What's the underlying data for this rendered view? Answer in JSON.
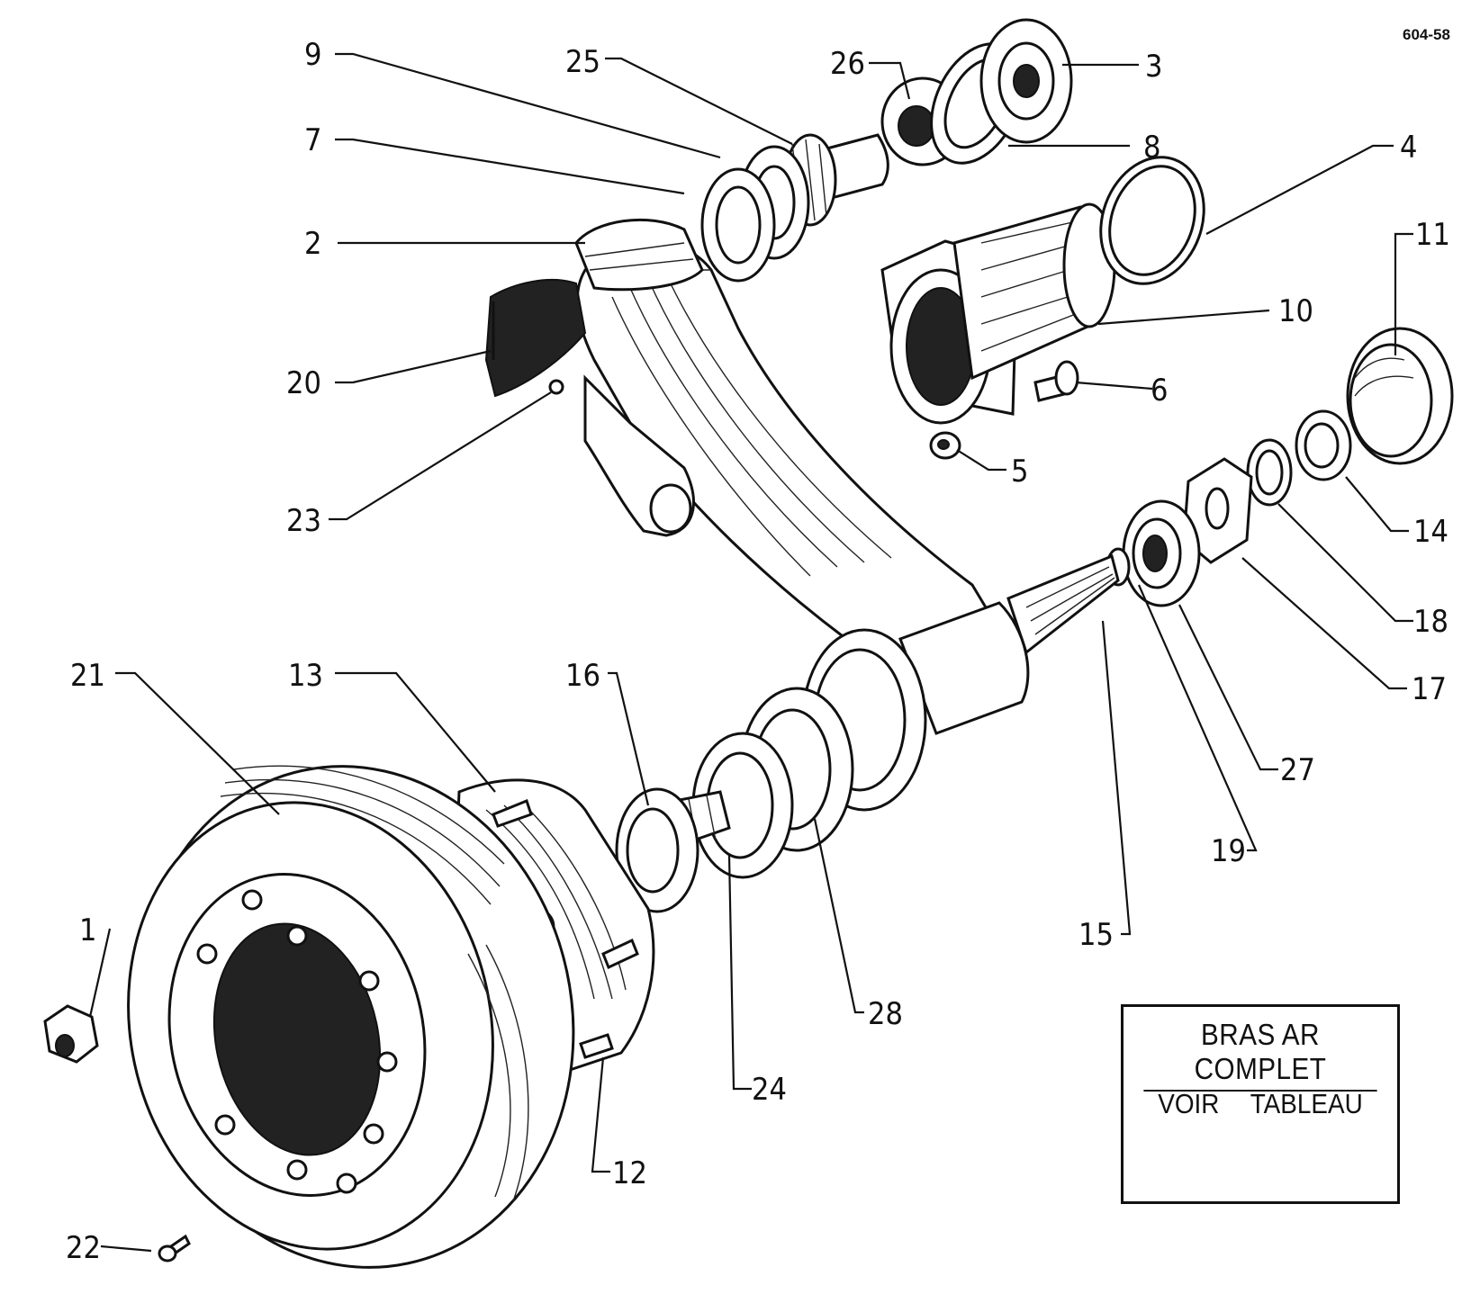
{
  "drawing_ref": "604-58",
  "note_box": {
    "title": "BRAS AR COMPLET",
    "body": "VOIR TABLEAU"
  },
  "callouts": [
    "1",
    "2",
    "3",
    "4",
    "5",
    "6",
    "7",
    "8",
    "9",
    "10",
    "11",
    "12",
    "13",
    "14",
    "15",
    "16",
    "17",
    "18",
    "19",
    "20",
    "21",
    "22",
    "23",
    "24",
    "25",
    "26",
    "27",
    "28"
  ]
}
